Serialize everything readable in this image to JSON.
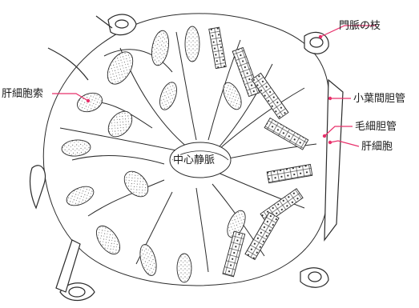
{
  "figure": {
    "labels": {
      "portal_vein_branch": "門脈の枝",
      "interlobular_bile_duct": "小葉間胆管",
      "bile_canaliculus": "毛細胆管",
      "hepatocyte": "肝細胞",
      "hepatic_cord": "肝細胞索",
      "central_vein": "中心静脈"
    },
    "colors": {
      "leader_line": "#e8306b",
      "ink": "#2b2b2b",
      "stipple": "#6b6b6b",
      "background": "#ffffff"
    }
  }
}
